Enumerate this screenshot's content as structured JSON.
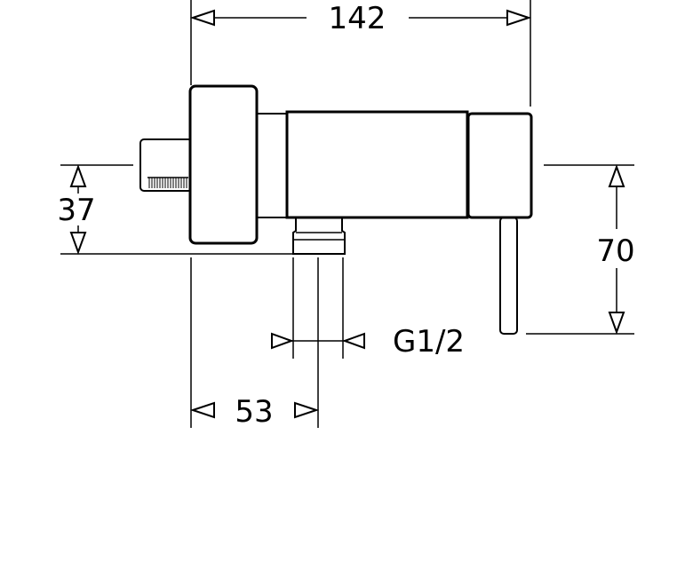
{
  "dimensions": {
    "width_total": "142",
    "height_outlet": "37",
    "height_lever": "70",
    "thread_size": "G1/2",
    "outlet_offset": "53"
  }
}
